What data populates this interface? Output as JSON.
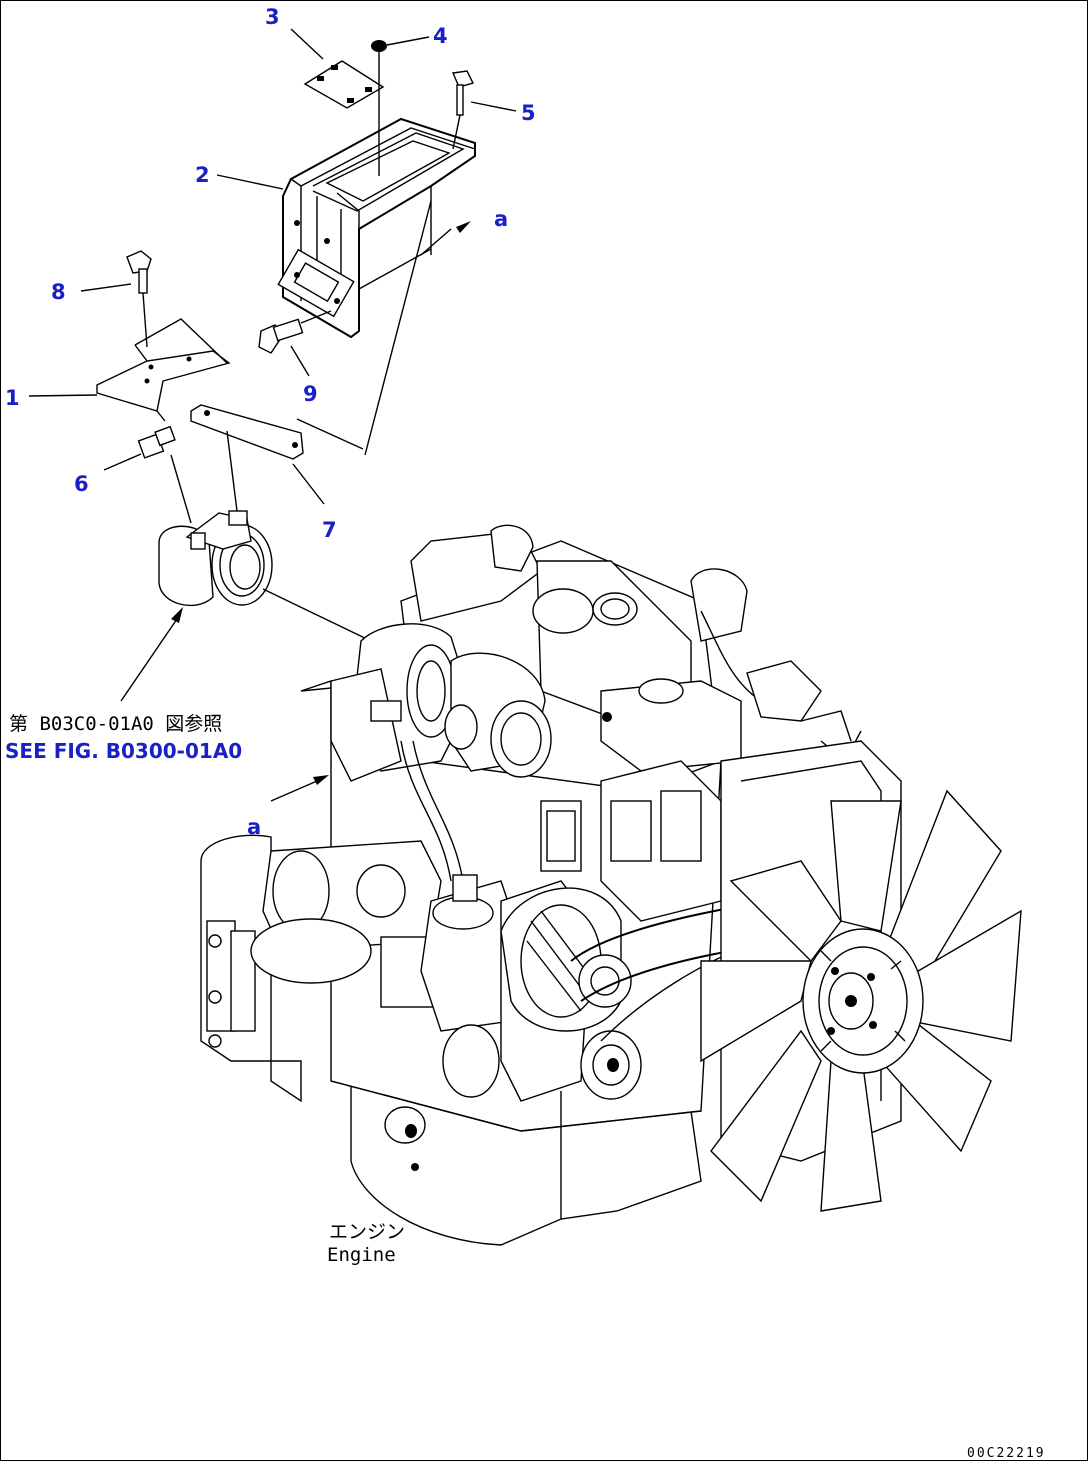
{
  "callouts": [
    "1",
    "2",
    "3",
    "4",
    "5",
    "6",
    "7",
    "8",
    "9"
  ],
  "view_marker": "a",
  "reference_note": {
    "japanese": "第 B03C0-01A0 図参照",
    "english": "SEE FIG. B0300-01A0"
  },
  "engine_label": {
    "japanese": "エンジン",
    "english": "Engine"
  },
  "figure_number": "00C22219"
}
